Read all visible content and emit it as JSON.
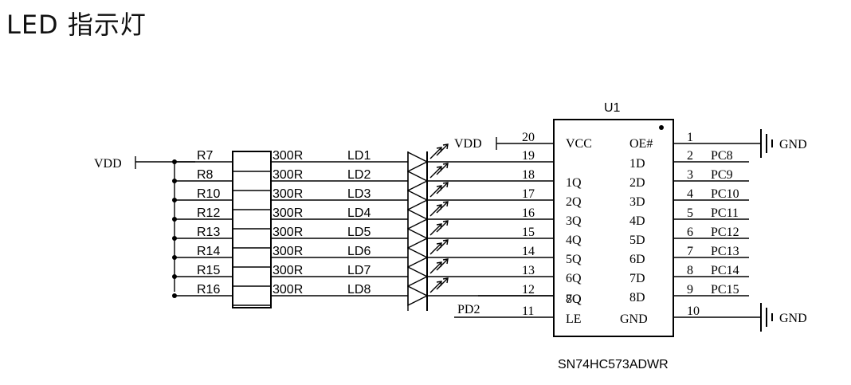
{
  "title": "LED 指示灯",
  "vdd_label": "VDD",
  "gnd_label": "GND",
  "le_signal": "PD2",
  "chip": {
    "designator": "U1",
    "part_number": "SN74HC573ADWR",
    "left_pins": [
      {
        "num": "20",
        "name": "VCC"
      },
      {
        "num": "19",
        "name": ""
      },
      {
        "num": "18",
        "name": "1Q"
      },
      {
        "num": "17",
        "name": "2Q"
      },
      {
        "num": "16",
        "name": "3Q"
      },
      {
        "num": "15",
        "name": "4Q"
      },
      {
        "num": "14",
        "name": "5Q"
      },
      {
        "num": "13",
        "name": "6Q"
      },
      {
        "num": "12",
        "name": "7Q"
      },
      {
        "num": "",
        "name": "8Q"
      },
      {
        "num": "11",
        "name": "LE"
      }
    ],
    "right_pins": [
      {
        "num": "1",
        "name": "OE#",
        "net": ""
      },
      {
        "num": "2",
        "name": "1D",
        "net": "PC8"
      },
      {
        "num": "3",
        "name": "2D",
        "net": "PC9"
      },
      {
        "num": "4",
        "name": "3D",
        "net": "PC10"
      },
      {
        "num": "5",
        "name": "4D",
        "net": "PC11"
      },
      {
        "num": "6",
        "name": "5D",
        "net": "PC12"
      },
      {
        "num": "7",
        "name": "6D",
        "net": "PC13"
      },
      {
        "num": "8",
        "name": "7D",
        "net": "PC14"
      },
      {
        "num": "9",
        "name": "8D",
        "net": "PC15"
      },
      {
        "num": "10",
        "name": "GND",
        "net": ""
      }
    ]
  },
  "rows": [
    {
      "resistor": "R7",
      "value": "300R",
      "led": "LD1"
    },
    {
      "resistor": "R8",
      "value": "300R",
      "led": "LD2"
    },
    {
      "resistor": "R10",
      "value": "300R",
      "led": "LD3"
    },
    {
      "resistor": "R12",
      "value": "300R",
      "led": "LD4"
    },
    {
      "resistor": "R13",
      "value": "300R",
      "led": "LD5"
    },
    {
      "resistor": "R14",
      "value": "300R",
      "led": "LD6"
    },
    {
      "resistor": "R15",
      "value": "300R",
      "led": "LD7"
    },
    {
      "resistor": "R16",
      "value": "300R",
      "led": "LD8"
    }
  ]
}
